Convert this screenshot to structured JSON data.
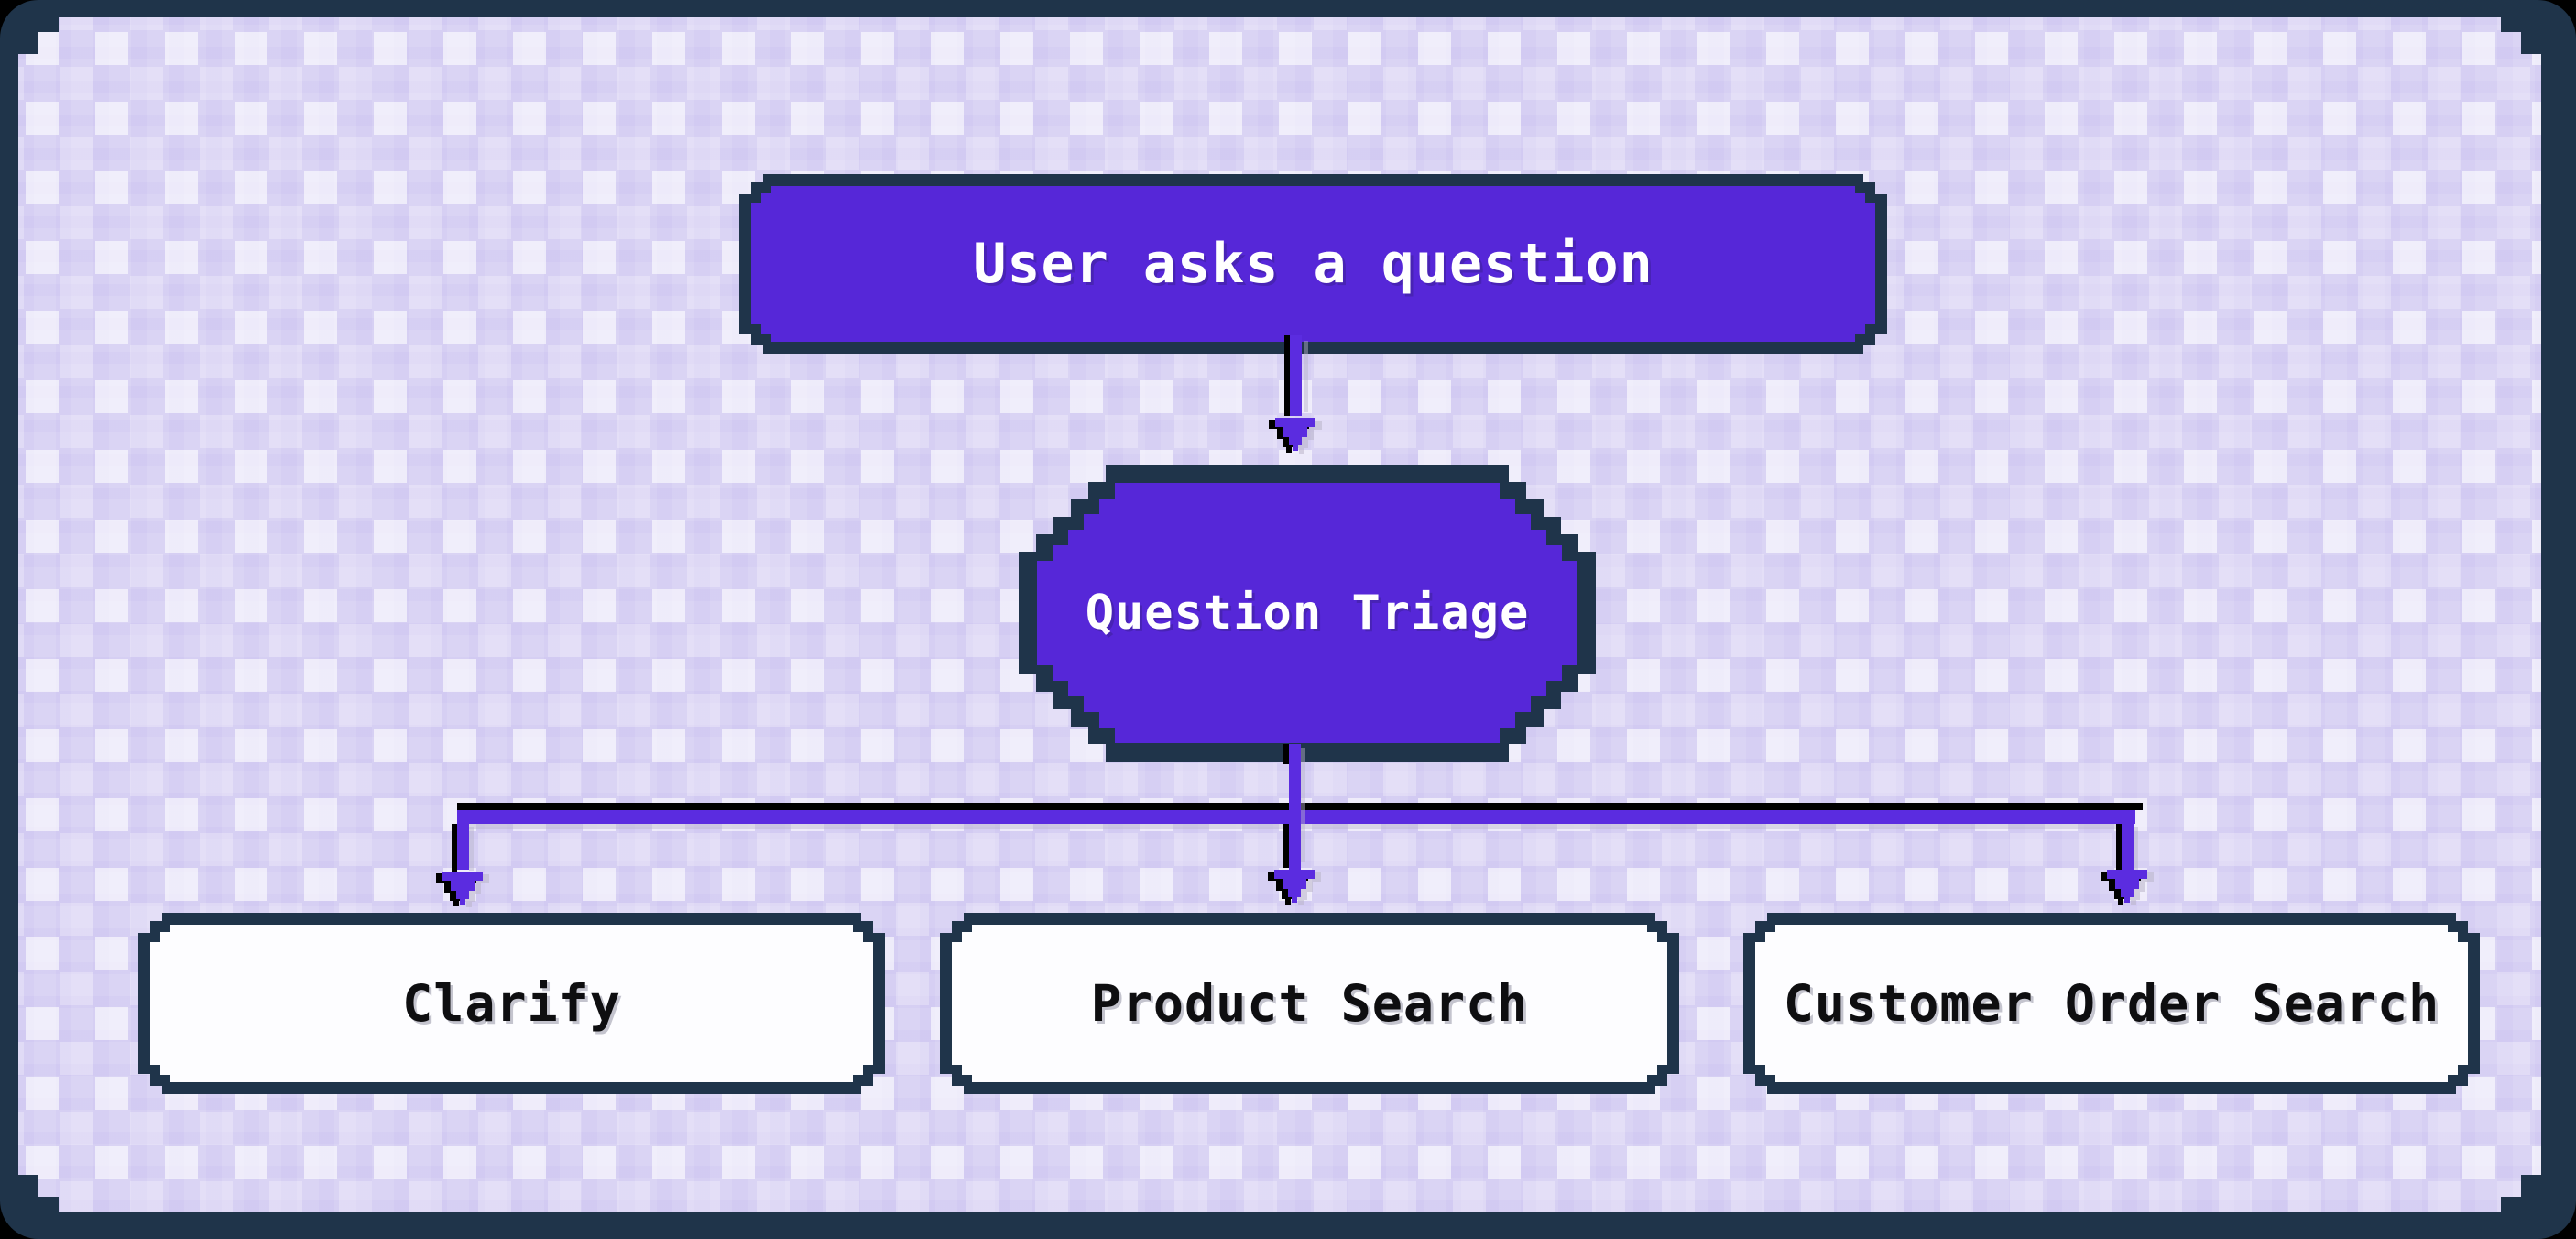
{
  "diagram": {
    "type": "flowchart",
    "style": "pixel-art",
    "nodes": [
      {
        "id": "user-question",
        "label": "User asks a question",
        "shape": "pixel-rounded-rect",
        "fill": "purple",
        "text": "white"
      },
      {
        "id": "question-triage",
        "label": "Question Triage",
        "shape": "pixel-octagon",
        "fill": "purple",
        "text": "white"
      },
      {
        "id": "clarify",
        "label": "Clarify",
        "shape": "pixel-rounded-rect",
        "fill": "white",
        "text": "dark"
      },
      {
        "id": "product-search",
        "label": "Product Search",
        "shape": "pixel-rounded-rect",
        "fill": "white",
        "text": "dark"
      },
      {
        "id": "customer-order-search",
        "label": "Customer Order Search",
        "shape": "pixel-rounded-rect",
        "fill": "white",
        "text": "dark"
      }
    ],
    "edges": [
      {
        "from": "user-question",
        "to": "question-triage",
        "arrow": "down"
      },
      {
        "from": "question-triage",
        "to": "clarify",
        "arrow": "down"
      },
      {
        "from": "question-triage",
        "to": "product-search",
        "arrow": "down"
      },
      {
        "from": "question-triage",
        "to": "customer-order-search",
        "arrow": "down"
      }
    ]
  },
  "colors": {
    "node_purple": "#5627d8",
    "border_navy": "#1f344a",
    "arrow_purple": "#5b2ce0",
    "canvas_base": "#dad4f4",
    "box_white": "#fdfdff",
    "text_dark": "#0e0e10",
    "text_light": "#ffffff",
    "outer_black": "#000000",
    "shadow_gray": "#b9b4c9"
  }
}
